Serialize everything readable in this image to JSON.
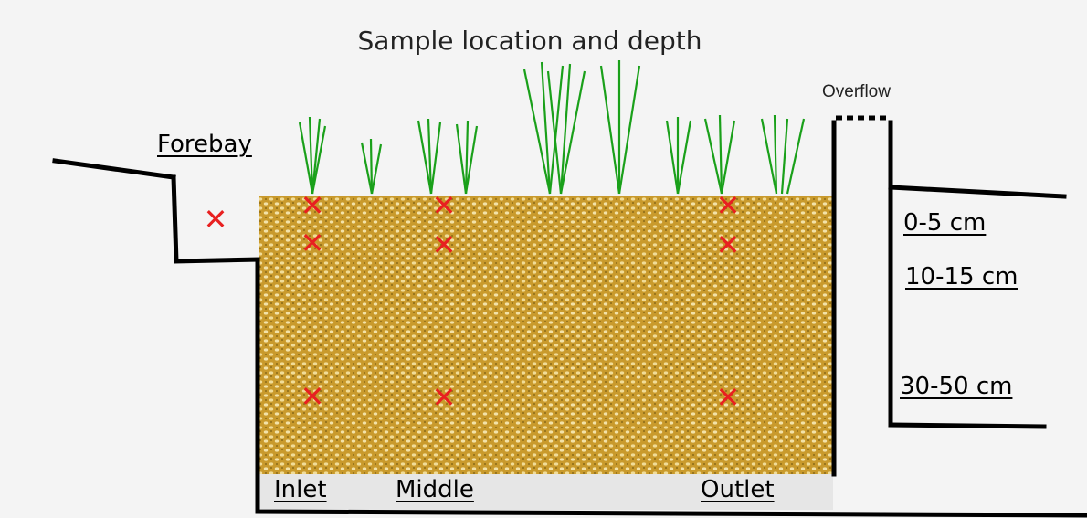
{
  "title": "Sample location and depth",
  "overflow_label": "Overflow",
  "forebay_label": "Forebay",
  "depth_labels": [
    "0-5 cm",
    "10-15 cm",
    "30-50 cm"
  ],
  "position_labels": [
    "Inlet",
    "Middle",
    "Outlet"
  ],
  "sample_marker": "✕",
  "colors": {
    "soil": "#c99a2c",
    "soil_speckle": "#f3e2a8",
    "plant": "#1aa01a",
    "marker": "#e82020",
    "outline": "#000000",
    "ground_strip": "#e6e6e6"
  }
}
